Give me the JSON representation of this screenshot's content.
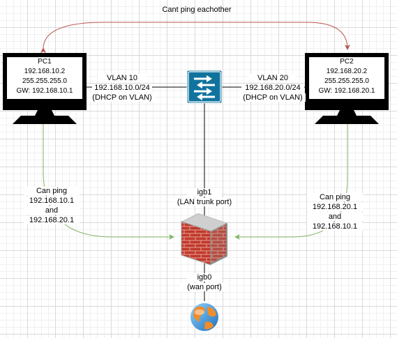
{
  "title_link": "Cant ping eachother",
  "pc1": {
    "name": "PC1",
    "ip": "192.168.10.2",
    "mask": "255.255.255.0",
    "gw": "GW: 192.168.10.1"
  },
  "pc2": {
    "name": "PC2",
    "ip": "192.168.20.2",
    "mask": "255.255.255.0",
    "gw": "GW: 192.168.20.1"
  },
  "vlan10": {
    "name": "VLAN 10",
    "subnet": "192.168.10.0/24",
    "dhcp": "(DHCP on VLAN)"
  },
  "vlan20": {
    "name": "VLAN 20",
    "subnet": "192.168.20.0/24",
    "dhcp": "(DHCP on VLAN)"
  },
  "left_ping": {
    "line1": "Can ping",
    "line2": "192.168.10.1",
    "line3": "and",
    "line4": "192.168.20.1"
  },
  "right_ping": {
    "line1": "Can ping",
    "line2": "192.168.20.1",
    "line3": "and",
    "line4": "192.168.10.1"
  },
  "igb1": {
    "name": "igb1",
    "desc": "(LAN trunk port)"
  },
  "igb0": {
    "name": "igb0",
    "desc": "(wan port)"
  },
  "colors": {
    "red_link": "#b85450",
    "green_link": "#82b366",
    "switch": "#10739e"
  }
}
